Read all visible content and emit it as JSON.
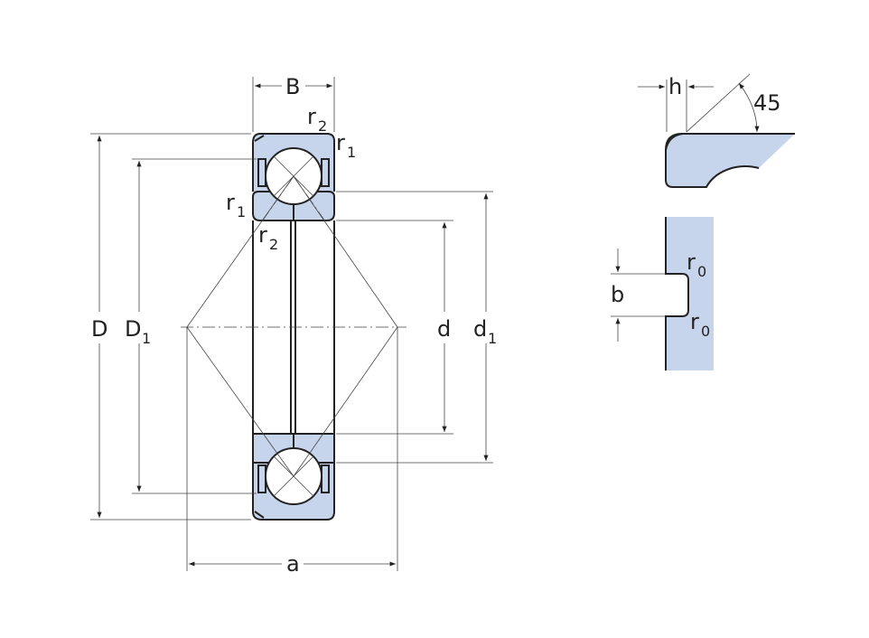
{
  "labels": {
    "B": "B",
    "D": "D",
    "D1_main": "D",
    "D1_sub": "1",
    "d": "d",
    "d1_main": "d",
    "d1_sub": "1",
    "a": "a",
    "r1_top_main": "r",
    "r1_top_sub": "1",
    "r2_top_main": "r",
    "r2_top_sub": "2",
    "r1_left_main": "r",
    "r1_left_sub": "1",
    "r2_bottom_main": "r",
    "r2_bottom_sub": "2",
    "h": "h",
    "angle": "45",
    "b": "b",
    "r0_top_main": "r",
    "r0_top_sub": "0",
    "r0_bottom_main": "r",
    "r0_bottom_sub": "0"
  },
  "colors": {
    "fill": "#c6d5ec",
    "stroke": "#222222"
  }
}
